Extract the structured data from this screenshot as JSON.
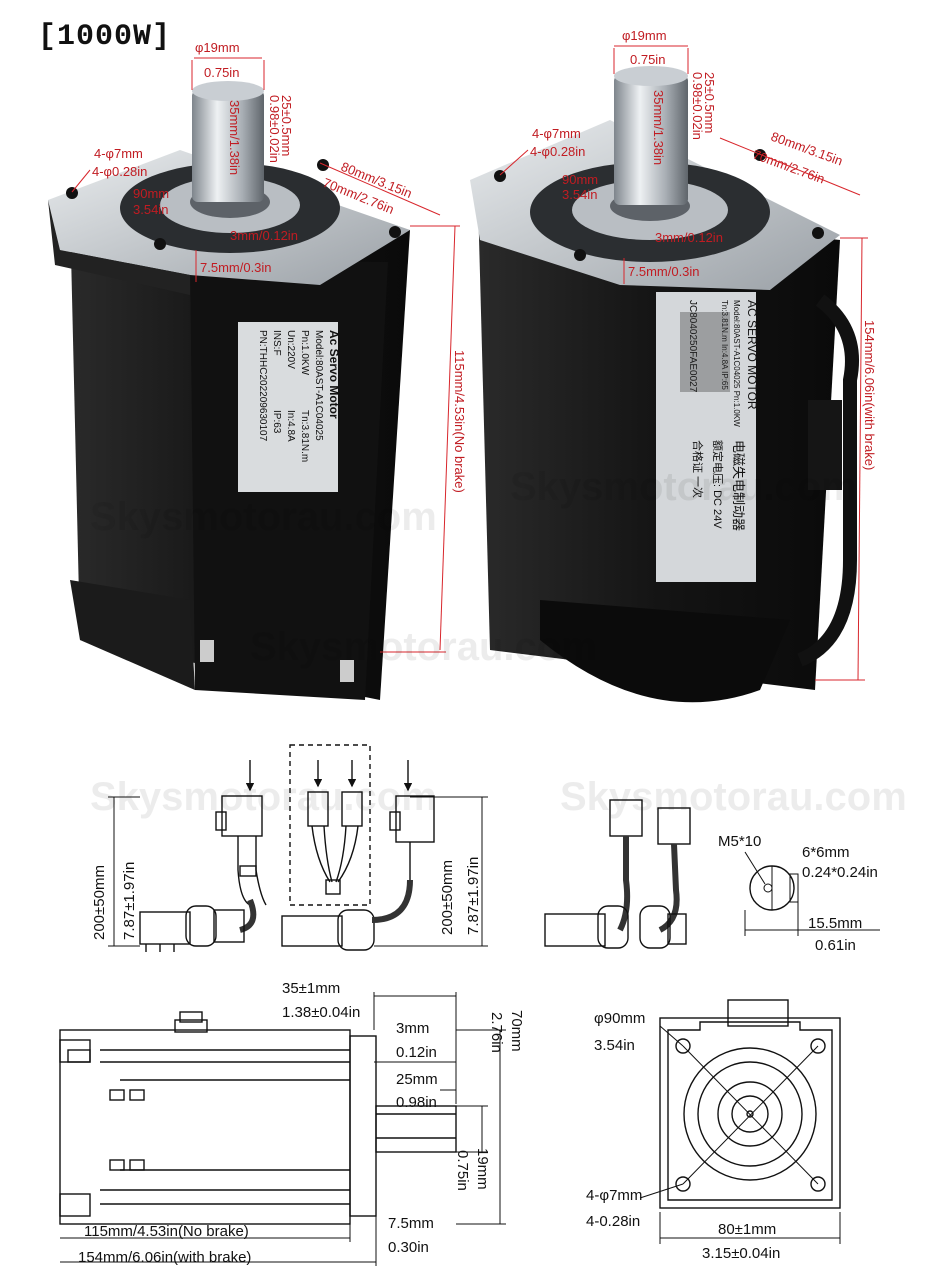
{
  "header": {
    "power": "[1000W]"
  },
  "watermark": "Skysmotorau.com",
  "photo_left": {
    "shaft_dia_mm": "φ19mm",
    "shaft_dia_in": "0.75in",
    "key_len": "25±0.5mm",
    "key_len_in": "0.98±0.02in",
    "shaft_len": "35mm/1.38in",
    "holes_mm": "4-φ7mm",
    "holes_in": "4-φ0.28in",
    "pilot_mm": "90mm",
    "pilot_in": "3.54in",
    "flange_outer": "80mm/3.15in",
    "flange_inner": "70mm/2.76in",
    "step": "3mm/0.12in",
    "flange_thick": "7.5mm/0.3in",
    "body_len": "115mm/4.53in(No brake)",
    "label": {
      "title": "Ac Servo Motor",
      "model": "Model:80AST-A1C04025",
      "pn": "Pn:1.0KW",
      "tn": "Tn:3.81N.m",
      "un": "Un:220V",
      "in": "In:4.8A",
      "ins": "INS:F",
      "ip": "IP:63",
      "part": "PN:THHC202209630107"
    }
  },
  "photo_right": {
    "shaft_dia_mm": "φ19mm",
    "shaft_dia_in": "0.75in",
    "key_len": "25±0.5mm",
    "key_len_in": "0.98±0.02in",
    "shaft_len": "35mm/1.38in",
    "holes_mm": "4-φ7mm",
    "holes_in": "4-φ0.28in",
    "pilot_mm": "90mm",
    "pilot_in": "3.54in",
    "flange_outer": "80mm/3.15in",
    "flange_inner": "70mm/2.76in",
    "step": "3mm/0.12in",
    "flange_thick": "7.5mm/0.3in",
    "body_len": "154mm/6.06in(with brake)",
    "label": {
      "title": "AC SERVO MOTOR",
      "line1": "Model:80AST-A1C04025 Pn:1.0KW",
      "line2": "Tn:3.81N.m In:4.8A IP:65",
      "part": "JC8040250FAE0027",
      "cn1": "电磁失电制动器",
      "cn2": "额定电压: DC 24V",
      "cn3": "合格证 一次"
    }
  },
  "cable_left": {
    "len_mm": "200±50mm",
    "len_in": "7.87±1.97in",
    "len2_mm": "200±50mm",
    "len2_in": "7.87±1.97in"
  },
  "shaft_detail": {
    "thread": "M5*10",
    "key": "6*6mm",
    "key_in": "0.24*0.24in",
    "depth": "15.5mm",
    "depth_in": "0.61in"
  },
  "side_view": {
    "shaft_len": "35±1mm",
    "shaft_len_in": "1.38±0.04in",
    "step": "3mm",
    "step_in": "0.12in",
    "key_len": "25mm",
    "key_len_in": "0.98in",
    "pilot": "70mm",
    "pilot_in": "2.76in",
    "shaft_dia": "19mm",
    "shaft_dia_in": "0.75in",
    "flange": "7.5mm",
    "flange_in": "0.30in",
    "len_nobrake": "115mm/4.53in(No brake)",
    "len_brake": "154mm/6.06in(with brake)"
  },
  "front_view": {
    "circle": "φ90mm",
    "circle_in": "3.54in",
    "holes": "4-φ7mm",
    "holes_in": "4-0.28in",
    "square": "80±1mm",
    "square_in": "3.15±0.04in"
  },
  "colors": {
    "dim_red": "#d8262c",
    "motor_black": "#1a1a1a",
    "flange_silver": "#c8ccd0"
  }
}
